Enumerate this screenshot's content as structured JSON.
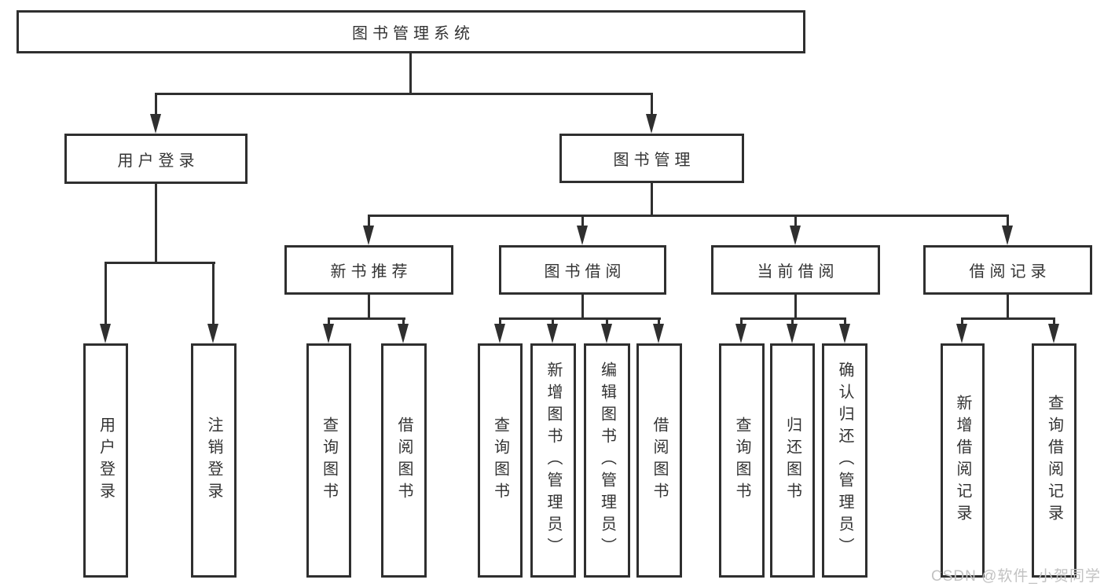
{
  "nodes": {
    "root": "图书管理系统",
    "user_login": "用户登录",
    "book_mgmt": "图书管理",
    "new_books": "新书推荐",
    "book_borrow": "图书借阅",
    "current_borrow": "当前借阅",
    "borrow_records": "借阅记录",
    "ul_login": "用户登录",
    "ul_logout": "注销登录",
    "nb_query": "查询图书",
    "nb_borrow": "借阅图书",
    "bb_query": "查询图书",
    "bb_add": "新增图书（管理员）",
    "bb_edit": "编辑图书（管理员）",
    "bb_borrow": "借阅图书",
    "cb_query": "查询图书",
    "cb_return": "归还图书",
    "cb_confirm": "确认归还（管理员）",
    "br_add": "新增借阅记录",
    "br_query": "查询借阅记录"
  },
  "colors": {
    "line": "#2f2f2f",
    "text": "#333333",
    "background": "#ffffff",
    "watermark": "#c2c2c2"
  },
  "watermark": "CSDN @软件_小贺同学"
}
